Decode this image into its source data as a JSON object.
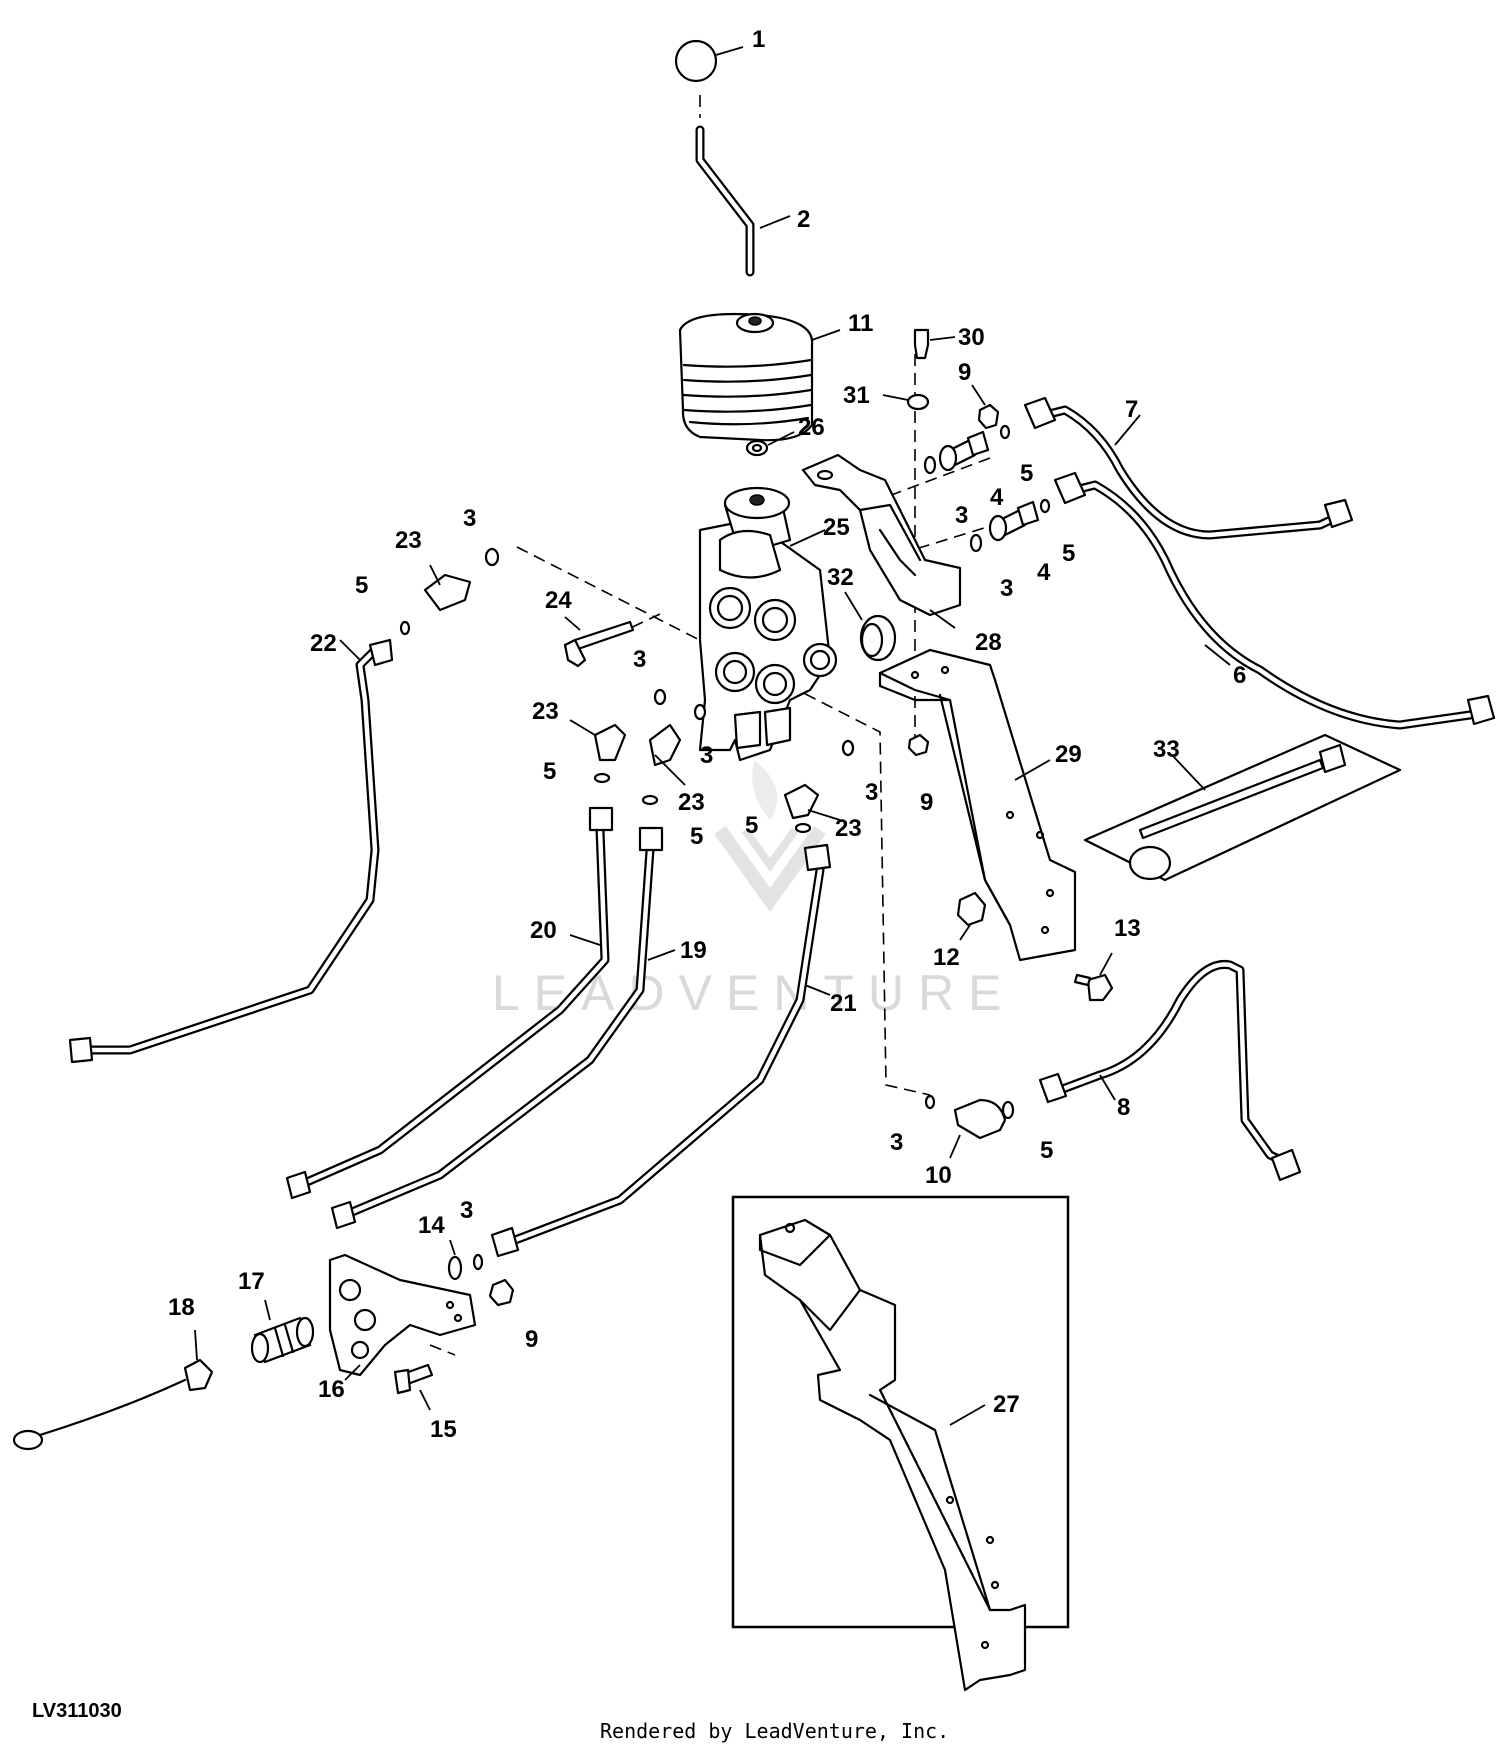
{
  "diagram": {
    "reference_code": "LV311030",
    "credit": "Rendered by LeadVenture, Inc.",
    "watermark": "LEADVENTURE",
    "callouts": [
      {
        "id": "c1",
        "label": "1"
      },
      {
        "id": "c2",
        "label": "2"
      },
      {
        "id": "c11",
        "label": "11"
      },
      {
        "id": "c30",
        "label": "30"
      },
      {
        "id": "c9a",
        "label": "9"
      },
      {
        "id": "c31",
        "label": "31"
      },
      {
        "id": "c7",
        "label": "7"
      },
      {
        "id": "c26",
        "label": "26"
      },
      {
        "id": "c5a",
        "label": "5"
      },
      {
        "id": "c4a",
        "label": "4"
      },
      {
        "id": "c3a",
        "label": "3"
      },
      {
        "id": "c25",
        "label": "25"
      },
      {
        "id": "c5b",
        "label": "5"
      },
      {
        "id": "c4b",
        "label": "4"
      },
      {
        "id": "c3b",
        "label": "3"
      },
      {
        "id": "c3c",
        "label": "3"
      },
      {
        "id": "c23a",
        "label": "23"
      },
      {
        "id": "c32",
        "label": "32"
      },
      {
        "id": "c5c",
        "label": "5"
      },
      {
        "id": "c24",
        "label": "24"
      },
      {
        "id": "c28",
        "label": "28"
      },
      {
        "id": "c22",
        "label": "22"
      },
      {
        "id": "c6",
        "label": "6"
      },
      {
        "id": "c3d",
        "label": "3"
      },
      {
        "id": "c23b",
        "label": "23"
      },
      {
        "id": "c33",
        "label": "33"
      },
      {
        "id": "c29",
        "label": "29"
      },
      {
        "id": "c3e",
        "label": "3"
      },
      {
        "id": "c5d",
        "label": "5"
      },
      {
        "id": "c9b",
        "label": "9"
      },
      {
        "id": "c23c",
        "label": "23"
      },
      {
        "id": "c3f",
        "label": "3"
      },
      {
        "id": "c5e",
        "label": "5"
      },
      {
        "id": "c23d",
        "label": "23"
      },
      {
        "id": "c5f",
        "label": "5"
      },
      {
        "id": "c20",
        "label": "20"
      },
      {
        "id": "c19",
        "label": "19"
      },
      {
        "id": "c12",
        "label": "12"
      },
      {
        "id": "c13",
        "label": "13"
      },
      {
        "id": "c21",
        "label": "21"
      },
      {
        "id": "c8",
        "label": "8"
      },
      {
        "id": "c3g",
        "label": "3"
      },
      {
        "id": "c5g",
        "label": "5"
      },
      {
        "id": "c10",
        "label": "10"
      },
      {
        "id": "c14",
        "label": "14"
      },
      {
        "id": "c3h",
        "label": "3"
      },
      {
        "id": "c17",
        "label": "17"
      },
      {
        "id": "c18",
        "label": "18"
      },
      {
        "id": "c9c",
        "label": "9"
      },
      {
        "id": "c16",
        "label": "16"
      },
      {
        "id": "c15",
        "label": "15"
      },
      {
        "id": "c27",
        "label": "27"
      }
    ]
  }
}
